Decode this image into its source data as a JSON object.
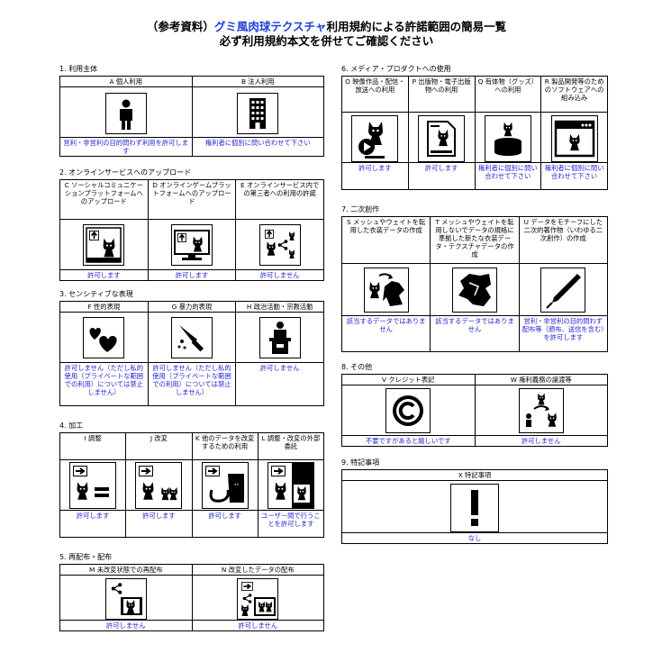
{
  "title": {
    "line1_pre": "（参考資料）",
    "line1_highlight": "グミ風肉球テクスチャ",
    "line1_post": "利用規約による許諾範囲の簡易一覧",
    "line2": "必ず利用規約本文を併せてご確認ください"
  },
  "colors": {
    "status_text": "#2424d6",
    "title_highlight": "#1f3fd8"
  },
  "sections": {
    "s1": {
      "heading": "1. 利用主体",
      "cols": [
        {
          "label": "A 個人利用",
          "icon": "person-icon",
          "status": "営利・非営利の目的問わず利用を許可します"
        },
        {
          "label": "B 法人利用",
          "icon": "building-icon",
          "status": "権利者に個別に問い合わせて下さい"
        }
      ]
    },
    "s2": {
      "heading": "2. オンラインサービスへのアップロード",
      "cols": [
        {
          "label": "C ソーシャルコミュニケーションプラットフォームへのアップロード",
          "icon": "social-upload-icon",
          "status": "許可します"
        },
        {
          "label": "D オンラインゲームプラットフォームへのアップロード",
          "icon": "game-upload-icon",
          "status": "許可します"
        },
        {
          "label": "E オンラインサービス内での第三者への利用の許諾",
          "icon": "third-party-share-icon",
          "status": "許可しません"
        }
      ]
    },
    "s3": {
      "heading": "3. センシティブな表現",
      "cols": [
        {
          "label": "F 性的表現",
          "icon": "hearts-icon",
          "status": "許可しません（ただし私的使用（プライベートな範囲での利用）については禁止しません）"
        },
        {
          "label": "G 暴力的表現",
          "icon": "knife-icon",
          "status": "許可しません（ただし私的使用（プライベートな範囲での利用）については禁止しません）"
        },
        {
          "label": "H 政治活動・宗教活動",
          "icon": "podium-icon",
          "status": "許可しません"
        }
      ]
    },
    "s4": {
      "heading": "4. 加工",
      "cols": [
        {
          "label": "I 調整",
          "icon": "adjust-icon",
          "status": "許可します"
        },
        {
          "label": "J 改変",
          "icon": "modify-icon",
          "status": "許可します"
        },
        {
          "label": "K 他のデータを改変するための利用",
          "icon": "use-for-modify-icon",
          "status": "許可します"
        },
        {
          "label": "L 調整・改変の外部委託",
          "icon": "outsource-icon",
          "status": "ユーザー間で行うことを許可します"
        }
      ]
    },
    "s5": {
      "heading": "5. 再配布・配布",
      "cols": [
        {
          "label": "M 未改変状態での再配布",
          "icon": "redistribute-icon",
          "status": "許可しません"
        },
        {
          "label": "N 改変したデータの配布",
          "icon": "distribute-modified-icon",
          "status": "許可しません"
        }
      ]
    },
    "s6": {
      "heading": "6. メディア・プロダクトへの使用",
      "cols": [
        {
          "label": "O 映像作品・配信・放送への利用",
          "icon": "video-icon",
          "status": "許可します"
        },
        {
          "label": "P 出版物・電子出版物への利用",
          "icon": "publication-icon",
          "status": "許可します"
        },
        {
          "label": "Q 有体物（グッズ）への利用",
          "icon": "goods-icon",
          "status": "権利者に個別に問い合わせて下さい"
        },
        {
          "label": "R 製品開発等のためのソフトウェアへの組み込み",
          "icon": "software-icon",
          "status": "権利者に個別に問い合わせて下さい"
        }
      ]
    },
    "s7": {
      "heading": "7. 二次創作",
      "cols": [
        {
          "label": "S メッシュやウェイトを転用した衣装データの作成",
          "icon": "outfit-transfer-icon",
          "status": "該当するデータではありません"
        },
        {
          "label": "T メッシュやウェイトを転用しないでデータの規格に準拠した新たな衣装データ・テクスチャデータの作成",
          "icon": "new-outfit-icon",
          "status": "該当するデータではありません"
        },
        {
          "label": "U データをモチーフにした二次的著作物（いわゆる二次創作）の作成",
          "icon": "pen-icon",
          "status": "営利・非営利の目的問わず配布等（頒布、送信を含む）を許可します"
        }
      ]
    },
    "s8": {
      "heading": "8. その他",
      "cols": [
        {
          "label": "V クレジット表記",
          "icon": "copyright-icon",
          "status": "不要ですがあると嬉しいです"
        },
        {
          "label": "W 権利義務の譲渡等",
          "icon": "rights-transfer-icon",
          "status": "許可しません"
        }
      ]
    },
    "s9": {
      "heading": "9. 特記事項",
      "cols": [
        {
          "label": "X 特記事項",
          "icon": "exclamation-icon",
          "status": "なし"
        }
      ]
    }
  }
}
